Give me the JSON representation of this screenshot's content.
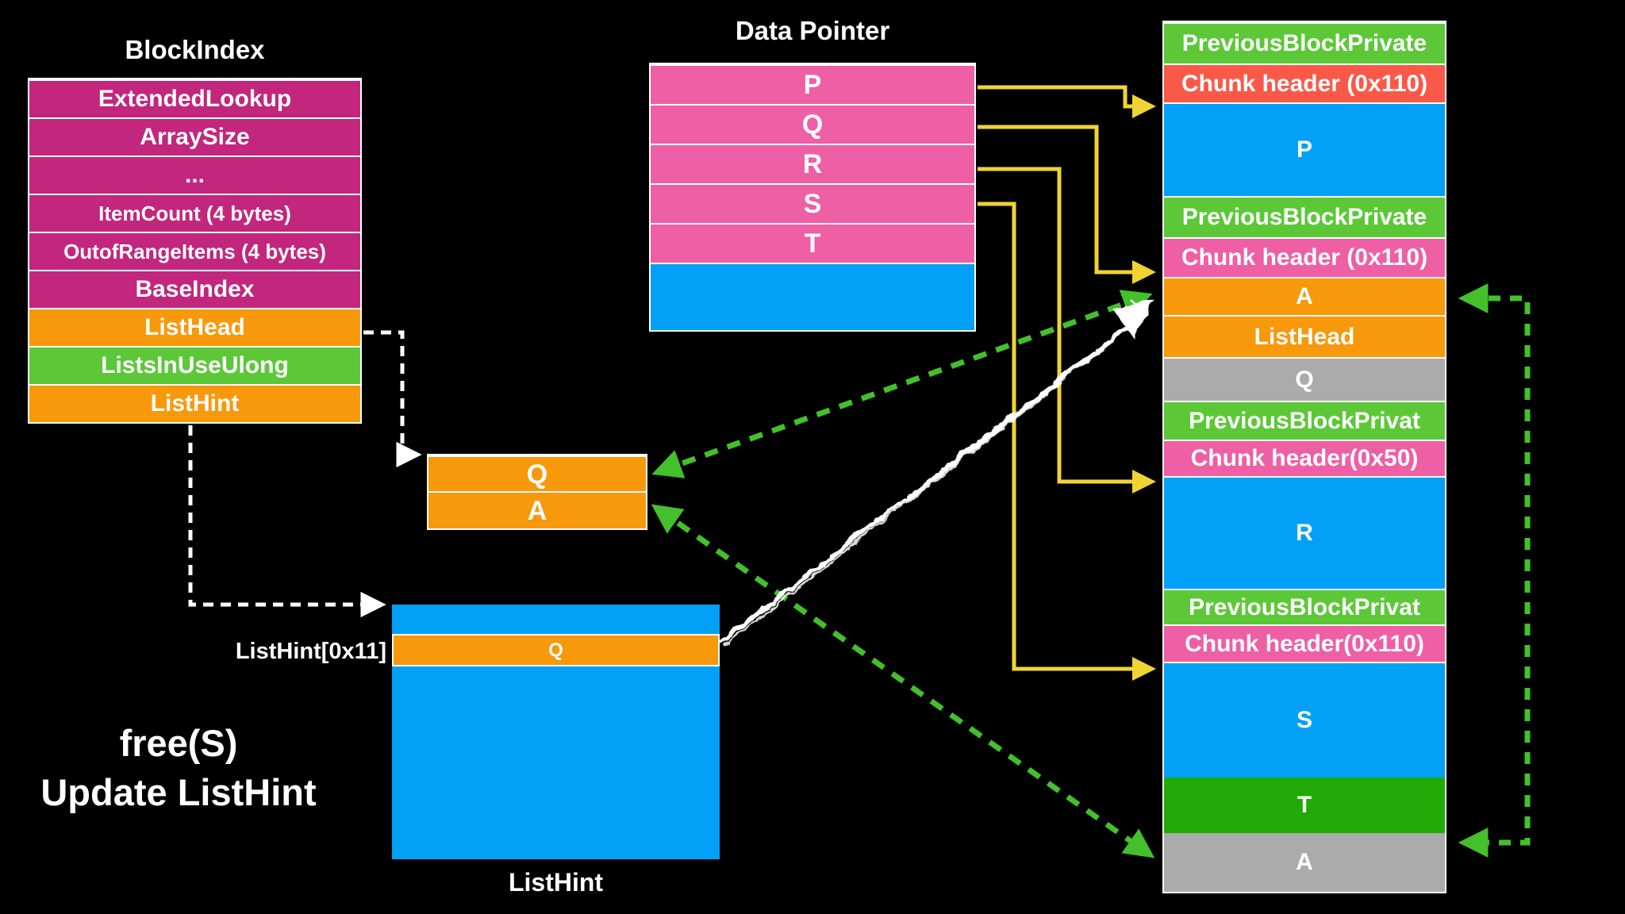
{
  "block_index": {
    "title": "BlockIndex",
    "rows": [
      {
        "label": "ExtendedLookup",
        "color": "#c2267d"
      },
      {
        "label": "ArraySize",
        "color": "#c2267d"
      },
      {
        "label": "...",
        "color": "#c2267d"
      },
      {
        "label": "ItemCount (4 bytes)",
        "color": "#c2267d",
        "small": true
      },
      {
        "label": "OutofRangeItems (4 bytes)",
        "color": "#c2267d",
        "small": true
      },
      {
        "label": "BaseIndex",
        "color": "#c2267d"
      },
      {
        "label": "ListHead",
        "color": "#f8980b"
      },
      {
        "label": "ListsInUseUlong",
        "color": "#5cc838"
      },
      {
        "label": "ListHint",
        "color": "#f8980b"
      }
    ]
  },
  "data_pointer": {
    "title": "Data Pointer",
    "rows": [
      {
        "label": "P",
        "color": "#ee5fa5",
        "h": 50
      },
      {
        "label": "Q",
        "color": "#ee5fa5",
        "h": 50
      },
      {
        "label": "R",
        "color": "#ee5fa5",
        "h": 50
      },
      {
        "label": "S",
        "color": "#ee5fa5",
        "h": 50
      },
      {
        "label": "T",
        "color": "#ee5fa5",
        "h": 50
      },
      {
        "label": "",
        "color": "#02a0f7",
        "h": 85
      }
    ]
  },
  "heap_column": {
    "rows": [
      {
        "label": "PreviousBlockPrivate",
        "color": "#5cc838",
        "h": 52
      },
      {
        "label": "Chunk header (0x110)",
        "color": "#fa5948",
        "h": 49
      },
      {
        "label": "P",
        "color": "#02a0f7",
        "h": 118
      },
      {
        "label": "PreviousBlockPrivate",
        "color": "#5cc838",
        "h": 52
      },
      {
        "label": "Chunk header (0x110)",
        "color": "#ee5fa5",
        "h": 50
      },
      {
        "label": "A",
        "color": "#f8980b",
        "h": 48
      },
      {
        "label": "ListHead",
        "color": "#f8980b",
        "h": 53
      },
      {
        "label": "Q",
        "color": "#ababab",
        "h": 55
      },
      {
        "label": "PreviousBlockPrivat",
        "color": "#5cc838",
        "h": 49
      },
      {
        "label": "Chunk header(0x50)",
        "color": "#ee5fa5",
        "h": 46
      },
      {
        "label": "R",
        "color": "#02a0f7",
        "h": 142
      },
      {
        "label": "PreviousBlockPrivat",
        "color": "#5cc838",
        "h": 45
      },
      {
        "label": "Chunk header(0x110)",
        "color": "#ee5fa5",
        "h": 47
      },
      {
        "label": "S",
        "color": "#02a0f7",
        "h": 146
      },
      {
        "label": "T",
        "color": "#21aa05",
        "h": 70,
        "seamless": true
      },
      {
        "label": "A",
        "color": "#ababab",
        "h": 74,
        "seamless": true
      }
    ]
  },
  "free_list_box": {
    "rows": [
      {
        "label": "Q",
        "color": "#f8980b",
        "h": 45
      },
      {
        "label": "A",
        "color": "#f8980b",
        "h": 47
      }
    ]
  },
  "list_hint": {
    "entry_label": "Q",
    "index_label": "ListHint[0x11]",
    "caption": "ListHint"
  },
  "annotation": {
    "line1": "free(S)",
    "line2": "Update ListHint"
  },
  "colors": {
    "magenta": "#c2267d",
    "pink": "#ee5fa5",
    "orange": "#f8980b",
    "light_green": "#5cc838",
    "dark_green": "#21aa05",
    "blue": "#02a0f7",
    "red": "#fa5948",
    "gray": "#ababab",
    "yellow_arrow": "#f0d431",
    "green_arrow": "#43c02b",
    "white": "#ffffff",
    "background": "#000000"
  }
}
